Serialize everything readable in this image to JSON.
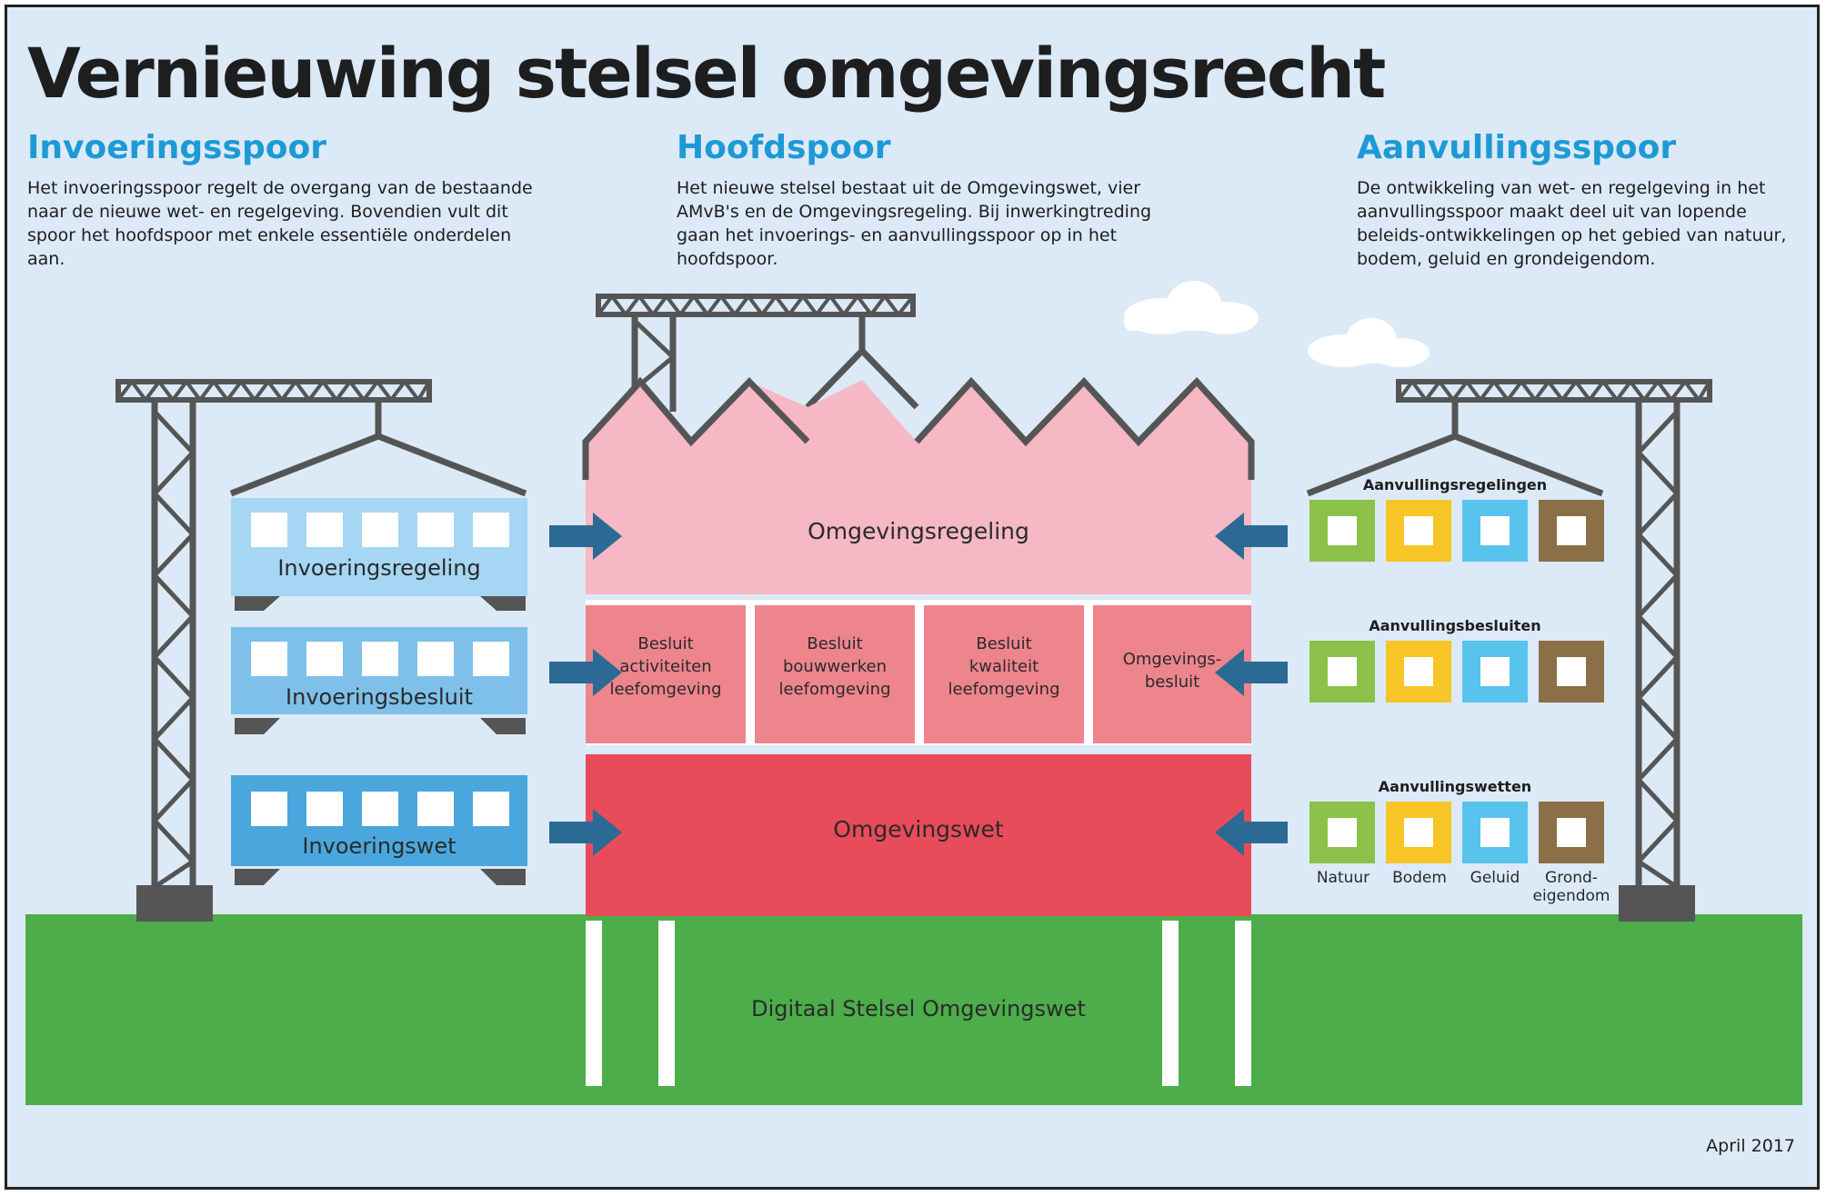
{
  "title": "Vernieuwing stelsel omgevingsrecht",
  "columns": {
    "left": {
      "title": "Invoeringsspoor",
      "text": "Het invoeringsspoor regelt de overgang van de bestaande naar de nieuwe wet- en regelgeving. Bovendien vult dit spoor het hoofdspoor met enkele essentiële onderdelen aan."
    },
    "middle": {
      "title": "Hoofdspoor",
      "text": "Het nieuwe stelsel bestaat uit de Omgevingswet, vier AMvB's en de Omgevingsregeling. Bij inwerkingtreding gaan het invoerings- en aanvullingsspoor op in het hoofdspoor."
    },
    "right": {
      "title": "Aanvullingsspoor",
      "text": "De ontwikkeling van wet- en regelgeving in het aanvullingsspoor maakt deel uit van lopende beleids-ontwikkelingen op het gebied van natuur, bodem, geluid en grondeigendom."
    }
  },
  "left_track": [
    "Invoeringsregeling",
    "Invoeringsbesluit",
    "Invoeringswet"
  ],
  "building": {
    "top": "Omgevingsregeling",
    "amvbs": [
      [
        "Besluit",
        "activiteiten",
        "leefomgeving"
      ],
      [
        "Besluit",
        "bouwwerken",
        "leefomgeving"
      ],
      [
        "Besluit",
        "kwaliteit",
        "leefomgeving"
      ],
      [
        "Omgevings-",
        "besluit"
      ]
    ],
    "bottom": "Omgevingswet"
  },
  "right_track": {
    "groups": [
      "Aanvullingsregelingen",
      "Aanvullingsbesluiten",
      "Aanvullingswetten"
    ],
    "categories": [
      "Natuur",
      "Bodem",
      "Geluid",
      "Grond-\neigendom"
    ]
  },
  "ground": "Digitaal Stelsel Omgevingswet",
  "date": "April 2017",
  "colors": {
    "sky": "#dce9f6",
    "title_blue": "#1d9ad6",
    "ground_green": "#4cad4a",
    "roof_pink": "#f5b8c4",
    "amvb_salmon": "#ee858c",
    "wet_red": "#e84b5a",
    "arrow_blue": "#2b6a94",
    "crane_grey": "#555555",
    "cat_natuur": "#8bc14a",
    "cat_bodem": "#f7c525",
    "cat_geluid": "#58c3ed",
    "cat_grond": "#8b6f47"
  }
}
